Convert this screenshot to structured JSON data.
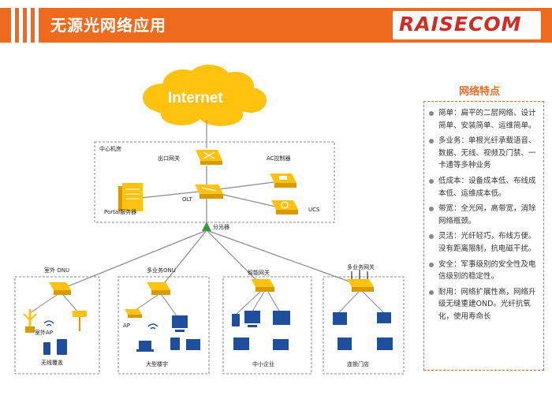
{
  "header": {
    "title": "无源光网络应用",
    "logo": "RAISECOM",
    "colors": {
      "bar": "#ee6a1c",
      "logo": "#d12b24",
      "device": "#ffc20e",
      "link": "#8a8a8a"
    }
  },
  "diagram": {
    "cloud": "Internet",
    "central_room": "中心机房",
    "egress_gateway": "出口网关",
    "ac_controller": "AC控制器",
    "olt": "OLT",
    "portal_server": "Portal服务器",
    "ucs": "UCS",
    "splitter": "分光器",
    "branches": [
      {
        "device": "室外 ONU",
        "sub": "室外AP",
        "caption": "无线覆盖"
      },
      {
        "device": "多业务ONU",
        "sub": "AP",
        "caption": "大型楼宇"
      },
      {
        "device": "智能网关",
        "sub": "",
        "caption": "中小企业"
      },
      {
        "device": "多业务网关",
        "sub": "",
        "caption": "连锁门店"
      }
    ]
  },
  "features": {
    "title": "网络特点",
    "items": [
      "简单：扁平的二层网络、设计简单、安装简单、运维简单。",
      "多业务：单根光纤承载语音、数据、无线、视频及门禁、一卡通等多种业务",
      "低成本：设备成本低、布线成本低、运维成本低。",
      "带宽：全光网，高带宽，消除网络瓶颈。",
      "灵活：光纤轻巧，布线方便。没有距离限制，抗电磁干扰。",
      "安全：军事级别的安全性及电信级别的稳定性。",
      "耐用：网络扩展性高，网络升级无缝重建OND。光纤抗氧化，使用寿命长"
    ]
  }
}
